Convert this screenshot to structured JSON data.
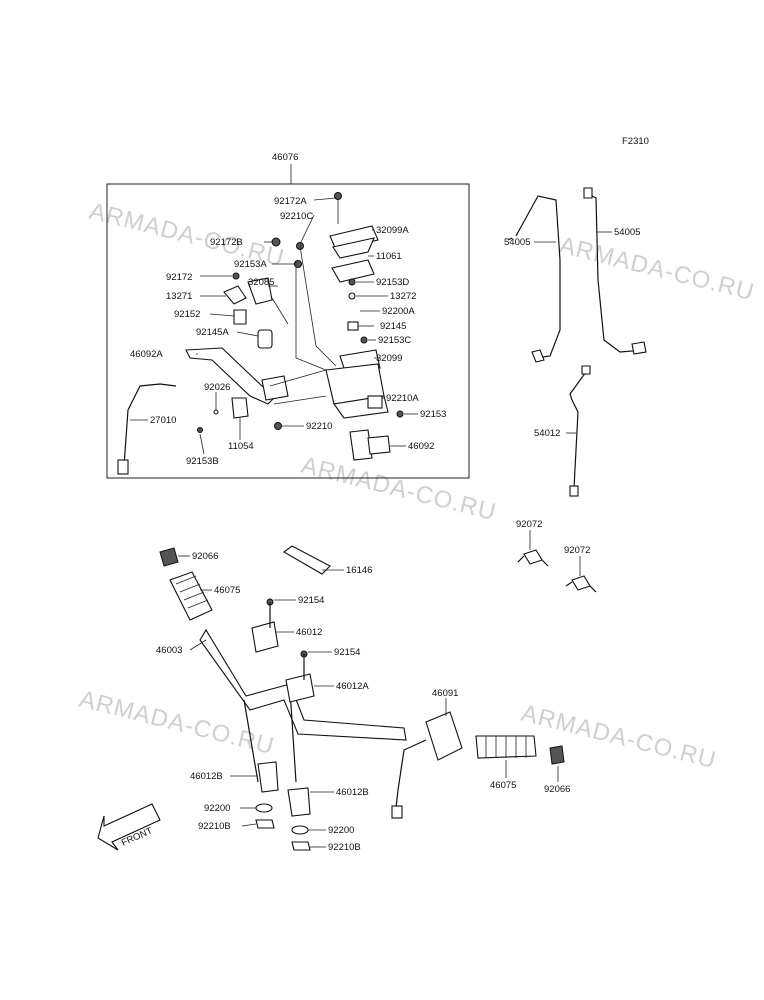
{
  "figure_code": "F2310",
  "watermarks": [
    "ARMADA-CO.RU",
    "ARMADA-CO.RU",
    "ARMADA-CO.RU",
    "ARMADA-CO.RU",
    "ARMADA-CO.RU"
  ],
  "front_label": "FRONT",
  "parts": {
    "46076": "46076",
    "92172A": "92172A",
    "92210C": "92210C",
    "32099A": "32099A",
    "92172B": "92172B",
    "11061": "11061",
    "92153A": "92153A",
    "92172": "92172",
    "32085": "32085",
    "92153D": "92153D",
    "13271": "13271",
    "13272": "13272",
    "92152": "92152",
    "92200A": "92200A",
    "92145": "92145",
    "92145A": "92145A",
    "92153C": "92153C",
    "46092A": "46092A",
    "32099": "32099",
    "92026": "92026",
    "92210A": "92210A",
    "92153": "92153",
    "27010": "27010",
    "92210": "92210",
    "11054": "11054",
    "46092": "46092",
    "92153B": "92153B",
    "54005L": "54005",
    "54005R": "54005",
    "54012": "54012",
    "92072a": "92072",
    "92072b": "92072",
    "92066L": "92066",
    "46075L": "46075",
    "16146": "16146",
    "92154a": "92154",
    "46012": "46012",
    "46003": "46003",
    "92154b": "92154",
    "46012A": "46012A",
    "46091": "46091",
    "46075R": "46075",
    "92066R": "92066",
    "46012BL": "46012B",
    "46012BR": "46012B",
    "92200L": "92200",
    "92210BL": "92210B",
    "92200R": "92200",
    "92210BR": "92210B"
  }
}
